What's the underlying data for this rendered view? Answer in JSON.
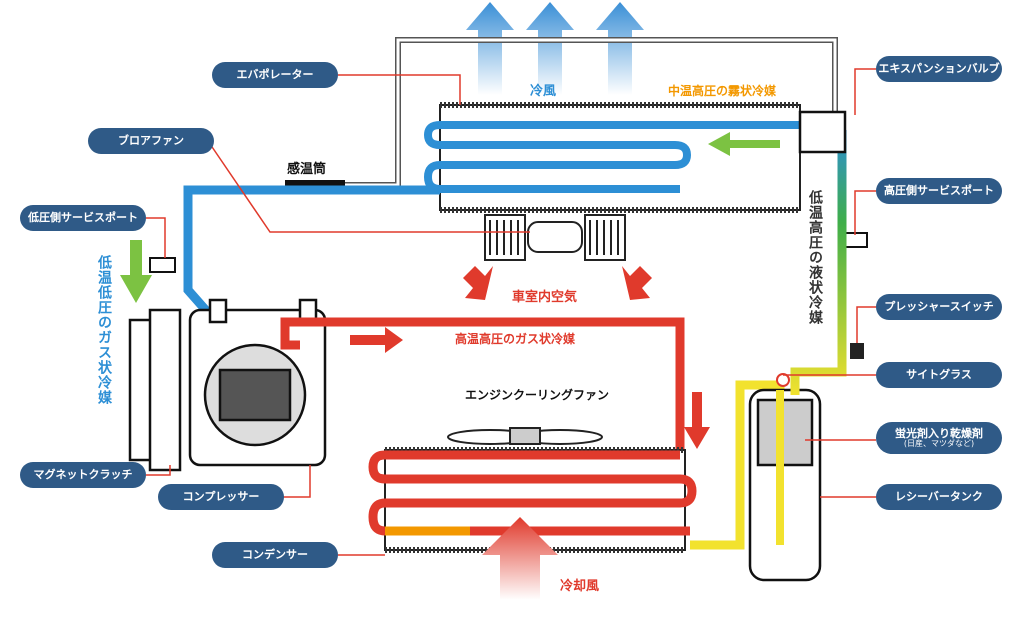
{
  "callouts": {
    "evaporator": "エバポレーター",
    "blower_fan": "ブロアファン",
    "low_service_port": "低圧側サービスポート",
    "magnet_clutch": "マグネットクラッチ",
    "compressor": "コンプレッサー",
    "condenser": "コンデンサー",
    "expansion_valve": "エキスパンションバルブ",
    "high_service_port": "高圧側サービスポート",
    "pressure_switch": "プレッシャースイッチ",
    "sight_glass": "サイトグラス",
    "desiccant": "蛍光剤入り乾燥剤",
    "desiccant_note": "(日産、マツダなど)",
    "receiver_tank": "レシーバータンク"
  },
  "flow_labels": {
    "cold_air": "冷風",
    "mist_refrigerant": "中温高圧の霧状冷媒",
    "sensing_bulb": "感温筒",
    "cabin_air": "車室内空気",
    "hot_gas": "高温高圧のガス状冷媒",
    "engine_fan": "エンジンクーリングファン",
    "cooling_air": "冷却風",
    "liquid_refrigerant": "低温高圧の液状冷媒",
    "low_gas": "低温低圧のガス状冷媒"
  },
  "colors": {
    "pill": "#2f5a87",
    "low_pressure": "#2d8fd5",
    "high_pressure": "#e03a2c",
    "liquid": "#f2e22e",
    "mist_text": "#f39800",
    "arrow_green": "#7cc242"
  }
}
